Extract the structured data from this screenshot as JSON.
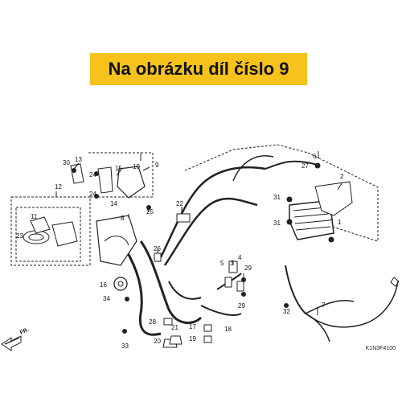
{
  "banner": {
    "text": "Na obrázku díl číslo 9"
  },
  "diagram_code": "K1N3F4100",
  "front_label": "FR.",
  "callouts": [
    "1",
    "2",
    "3",
    "4",
    "5",
    "6",
    "7",
    "8",
    "9",
    "10",
    "11",
    "12",
    "13",
    "14",
    "15",
    "16",
    "17",
    "18",
    "19",
    "20",
    "21",
    "22",
    "23",
    "24",
    "25",
    "26",
    "27",
    "28",
    "29",
    "30",
    "31",
    "32",
    "33",
    "34"
  ],
  "colors": {
    "banner": "#f7c21b",
    "line": "#222222"
  }
}
